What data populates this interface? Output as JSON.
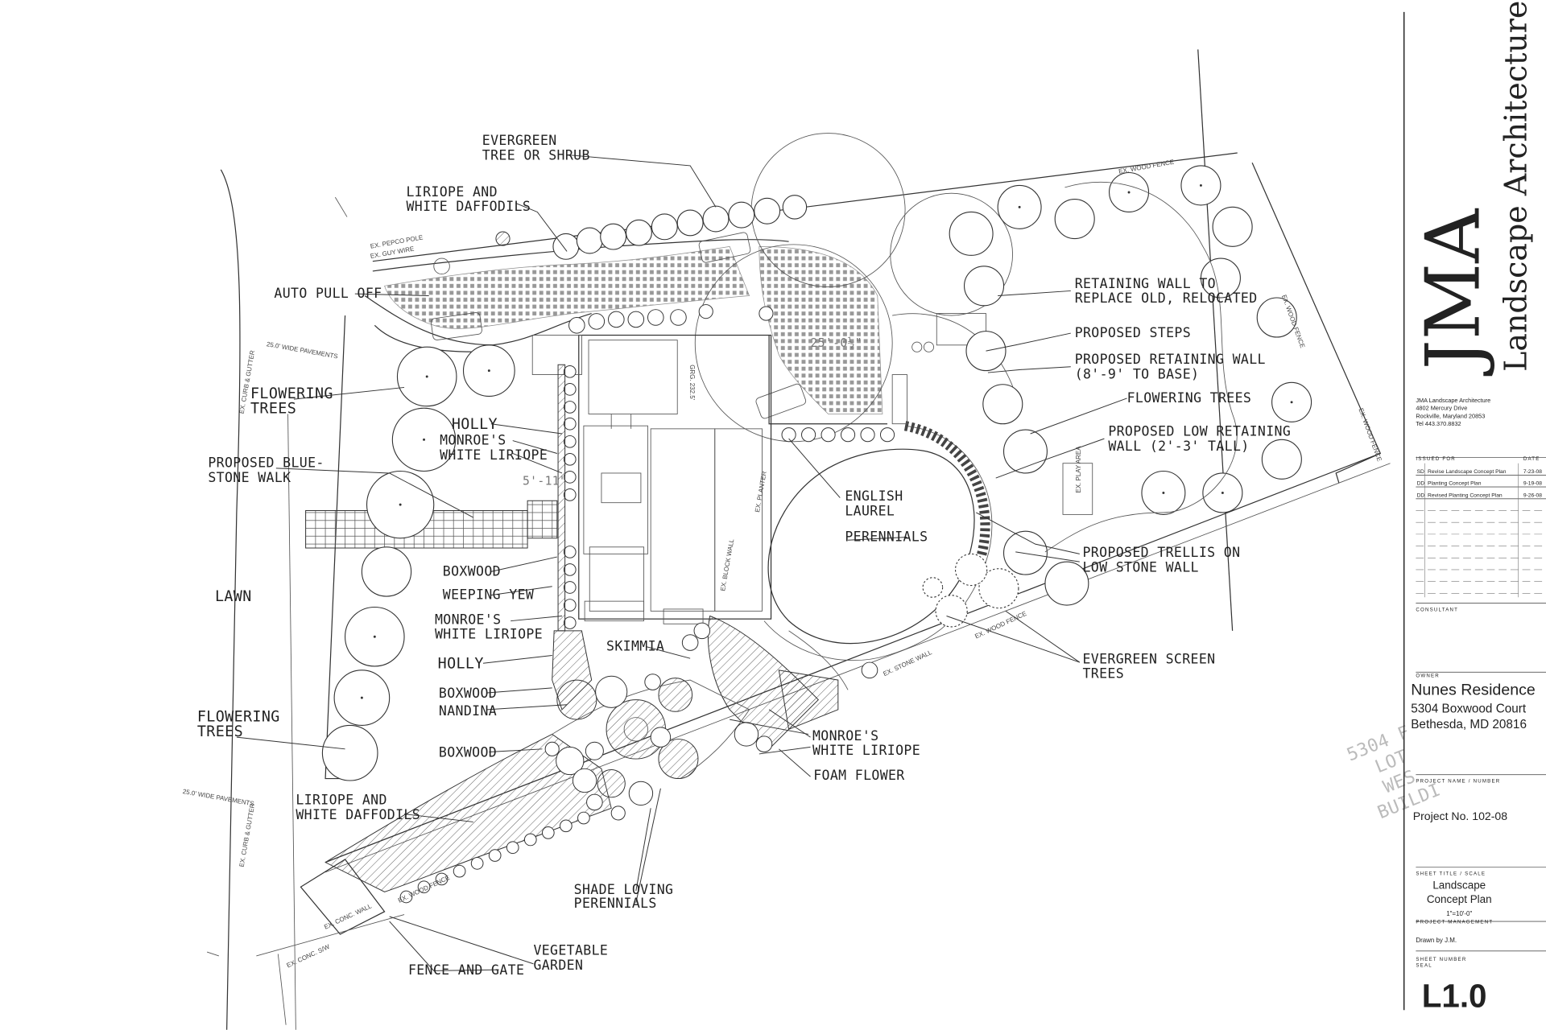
{
  "title_block": {
    "firm_logo": "JMA",
    "firm_tagline": "Landscape Architecture",
    "firm_name": "JMA Landscape Architecture",
    "address_line1": "4802 Mercury Drive",
    "address_line2": "Rockville, Maryland  20853",
    "phone": "Tel 443.370.8832",
    "issued_for_label": "ISSUED FOR",
    "date_label": "DATE",
    "issues": [
      {
        "code": "SD",
        "desc": "Revise Landscape Concept Plan",
        "date": "7-23-08"
      },
      {
        "code": "DD",
        "desc": "Planting Concept Plan",
        "date": "9-19-08"
      },
      {
        "code": "DD",
        "desc": "Revised Planting Concept Plan",
        "date": "9-26-08"
      }
    ],
    "consultant_label": "CONSULTANT",
    "owner_label": "OWNER",
    "owner_name": "Nunes Residence",
    "owner_address1": "5304 Boxwood Court",
    "owner_address2": "Bethesda, MD 20816",
    "project_name_label": "PROJECT NAME / NUMBER",
    "project_no": "Project No. 102-08",
    "sheet_title_label": "SHEET TITLE / SCALE",
    "sheet_title1": "Landscape",
    "sheet_title2": "Concept Plan",
    "scale": "1\"=10'-0\"",
    "project_mgmt_label": "PROJECT MANAGEMENT",
    "drawn_by": "Drawn by J.M.",
    "sheet_number_label": "SHEET NUMBER",
    "seal_label": "SEAL",
    "sheet_number": "L1.0"
  },
  "labels": {
    "evergreen1": "EVERGREEN",
    "evergreen2": "TREE OR SHRUB",
    "liriope_top1": "LIRIOPE AND",
    "liriope_top2": "WHITE DAFFODILS",
    "auto_pull_off": "AUTO PULL OFF",
    "flowering_trees_a1": "FLOWERING",
    "flowering_trees_a2": "TREES",
    "holly_a": "HOLLY",
    "monroe_a1": "MONROE'S",
    "monroe_a2": "WHITE LIRIOPE",
    "bluestone1": "PROPOSED BLUE-",
    "bluestone2": "STONE WALK",
    "lawn": "LAWN",
    "boxwood_a": "BOXWOOD",
    "weeping_yew": "WEEPING YEW",
    "monroe_b1": "MONROE'S",
    "monroe_b2": "WHITE LIRIOPE",
    "holly_b": "HOLLY",
    "boxwood_b": "BOXWOOD",
    "nandina": "NANDINA",
    "flowering_trees_b1": "FLOWERING",
    "flowering_trees_b2": "TREES",
    "boxwood_c": "BOXWOOD",
    "liriope_bot1": "LIRIOPE AND",
    "liriope_bot2": "WHITE DAFFODILS",
    "shade1": "SHADE LOVING",
    "shade2": "PERENNIALS",
    "vegetable1": "VEGETABLE",
    "vegetable2": "GARDEN",
    "fence_gate": "FENCE AND GATE",
    "skimmia": "SKIMMIA",
    "retaining_wall1": "RETAINING WALL TO",
    "retaining_wall2": "REPLACE OLD, RELOCATED",
    "proposed_steps": "PROPOSED STEPS",
    "proposed_rw1": "PROPOSED RETAINING WALL",
    "proposed_rw2": "(8'-9' TO BASE)",
    "flowering_trees_c": "FLOWERING TREES",
    "low_rw1": "PROPOSED  LOW RETAINING",
    "low_rw2": "WALL (2'-3' TALL)",
    "english1": "ENGLISH",
    "english2": "LAUREL",
    "perennials": "PERENNIALS",
    "trellis1": "PROPOSED TRELLIS ON",
    "trellis2": "LOW STONE WALL",
    "evergreen_screen1": "EVERGREEN SCREEN",
    "evergreen_screen2": "TREES",
    "monroe_c1": "MONROE'S",
    "monroe_c2": "WHITE LIRIOPE",
    "foam_flower": "FOAM FLOWER"
  },
  "annotations": {
    "dim_a": "25'-0½\"",
    "dim_b": "5'-11\"",
    "neighbor1": "5304 F",
    "neighbor2": "LOT",
    "neighbor3": "WES",
    "neighbor4": "BUILDI"
  }
}
